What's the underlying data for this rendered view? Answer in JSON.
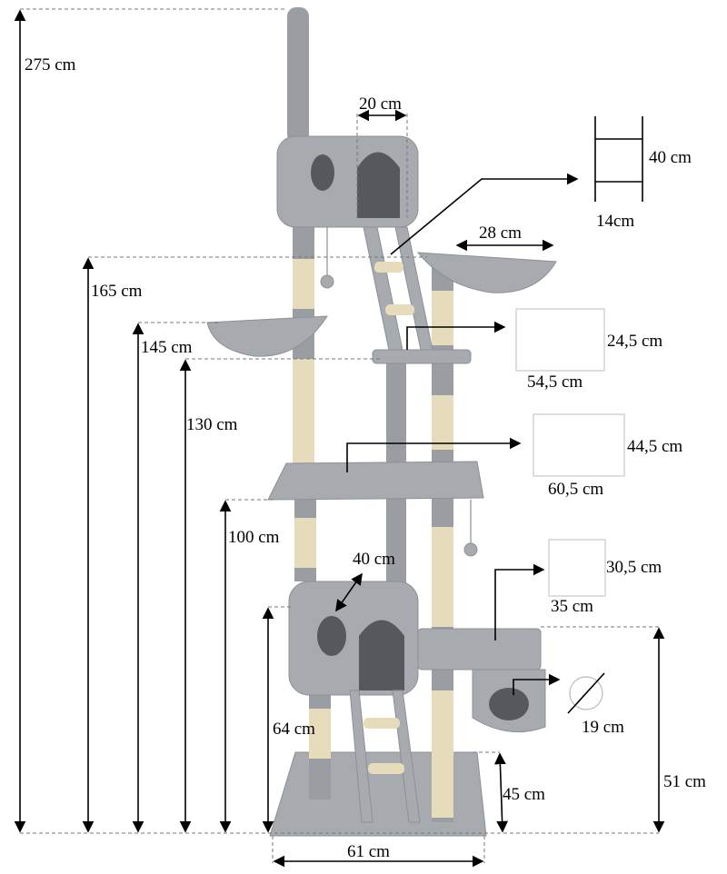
{
  "title": "Cat tree dimensions",
  "colors": {
    "plush": "#a7aaae",
    "sisal": "#e6dcbc",
    "line": "#000000"
  },
  "heights": {
    "total": "275 cm",
    "h165": "165 cm",
    "h145": "145 cm",
    "h130": "130 cm",
    "h100": "100 cm",
    "h64": "64 cm",
    "h45": "45 cm",
    "h51": "51 cm"
  },
  "widths": {
    "base": "61 cm",
    "top_house_opening": "20 cm",
    "hammock_top": "28 cm",
    "lower_house": "40 cm",
    "tunnel_diameter": "19 cm"
  },
  "callouts": {
    "ladder": {
      "height": "40 cm",
      "width": "14cm"
    },
    "upper_platform": {
      "depth": "24,5 cm",
      "width": "54,5 cm"
    },
    "middle_platform": {
      "depth": "44,5 cm",
      "width": "60,5 cm"
    },
    "lower_platform": {
      "depth": "30,5 cm",
      "width": "35 cm"
    }
  }
}
